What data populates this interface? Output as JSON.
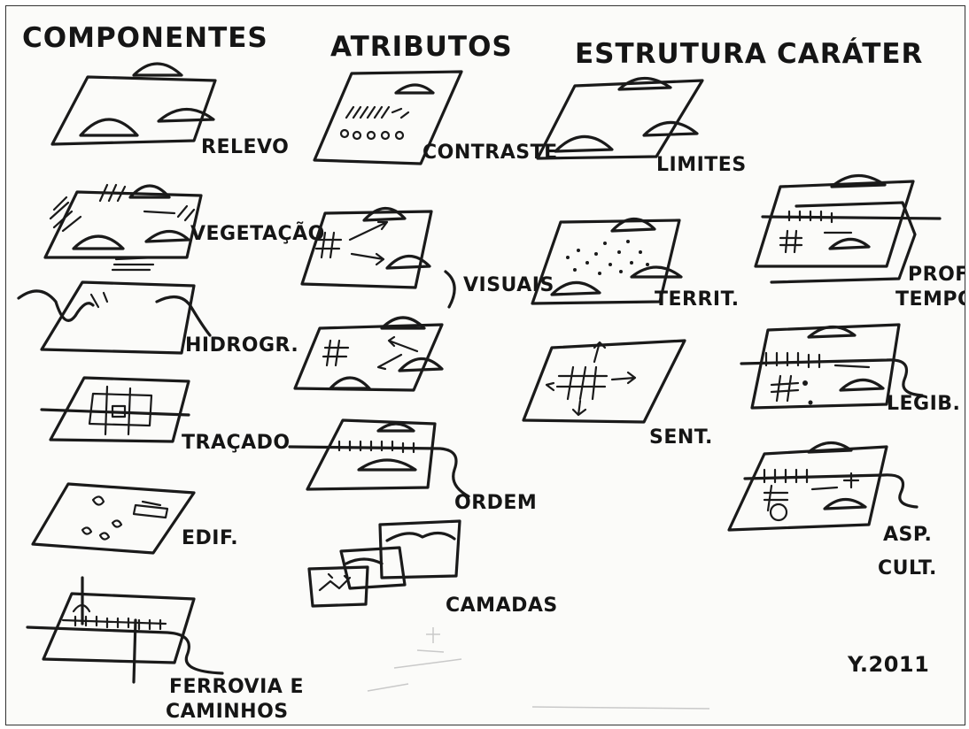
{
  "columns": {
    "componentes": "COMPONENTES",
    "atributos": "ATRIBUTOS",
    "estrutura": "ESTRUTURA",
    "carater": "CARÁTER"
  },
  "componentes": {
    "relevo": "RELEVO",
    "vegetacao": "VEGETAÇÃO",
    "hidrogr": "HIDROGR.",
    "tracado": "TRAÇADO",
    "edif": "EDIF.",
    "ferrovia_line1": "FERROVIA E",
    "ferrovia_line2": "CAMINHOS"
  },
  "atributos": {
    "contraste": "CONTRASTE",
    "visuais": "VISUAIS",
    "ordem": "ORDEM",
    "camadas": "CAMADAS"
  },
  "estrutura": {
    "limites": "LIMITES",
    "territ": "TERRIT.",
    "sent": "SENT."
  },
  "carater": {
    "prof_line1": "PROF.",
    "prof_line2": "TEMPO",
    "legib": "LEGIB.",
    "asp_line1": "ASP.",
    "asp_line2": "CULT."
  },
  "signature": "Y.2011"
}
